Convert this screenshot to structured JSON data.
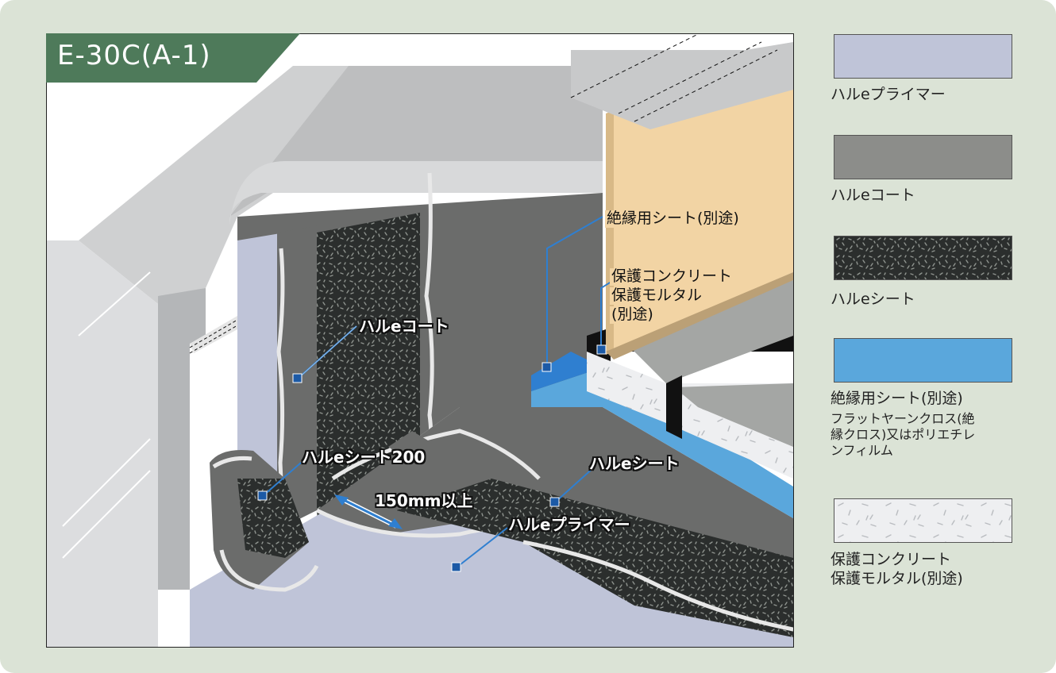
{
  "diagram_title": "E-30C(A-1)",
  "callouts": {
    "coat": "ハルeコート",
    "insulation": "絶縁用シート(別途)",
    "protect_line1": "保護コンクリート",
    "protect_line2": "保護モルタル",
    "protect_line3": "(別途)",
    "sheet200": "ハルeシート200",
    "sheet": "ハルeシート",
    "overlap": "150mm以上",
    "primer": "ハルeプライマー"
  },
  "legend": [
    {
      "label": "ハルeプライマー",
      "color": "#bfc4d8",
      "icon": "primer-swatch"
    },
    {
      "label": "ハルeコート",
      "color": "#8c8d8a",
      "icon": "coat-swatch"
    },
    {
      "label": "ハルeシート",
      "color": "#2b2e2d",
      "icon": "sheet-swatch"
    },
    {
      "label": "絶縁用シート(別途)",
      "color": "#5aa7dc",
      "icon": "insulation-swatch",
      "note_lines": [
        "フラットヤーンクロス(絶",
        "縁クロス)又はポリエチレ",
        "ンフィルム"
      ]
    },
    {
      "label_lines": [
        "保護コンクリート",
        "保護モルタル(別途)"
      ],
      "color": "#eeeff1",
      "icon": "concrete-swatch"
    }
  ],
  "colors": {
    "frame_bg": "#dbe3d6",
    "title_tab": "#4e7a5a",
    "marker": "#1c5aa6",
    "leader": "#2f7fd0"
  }
}
